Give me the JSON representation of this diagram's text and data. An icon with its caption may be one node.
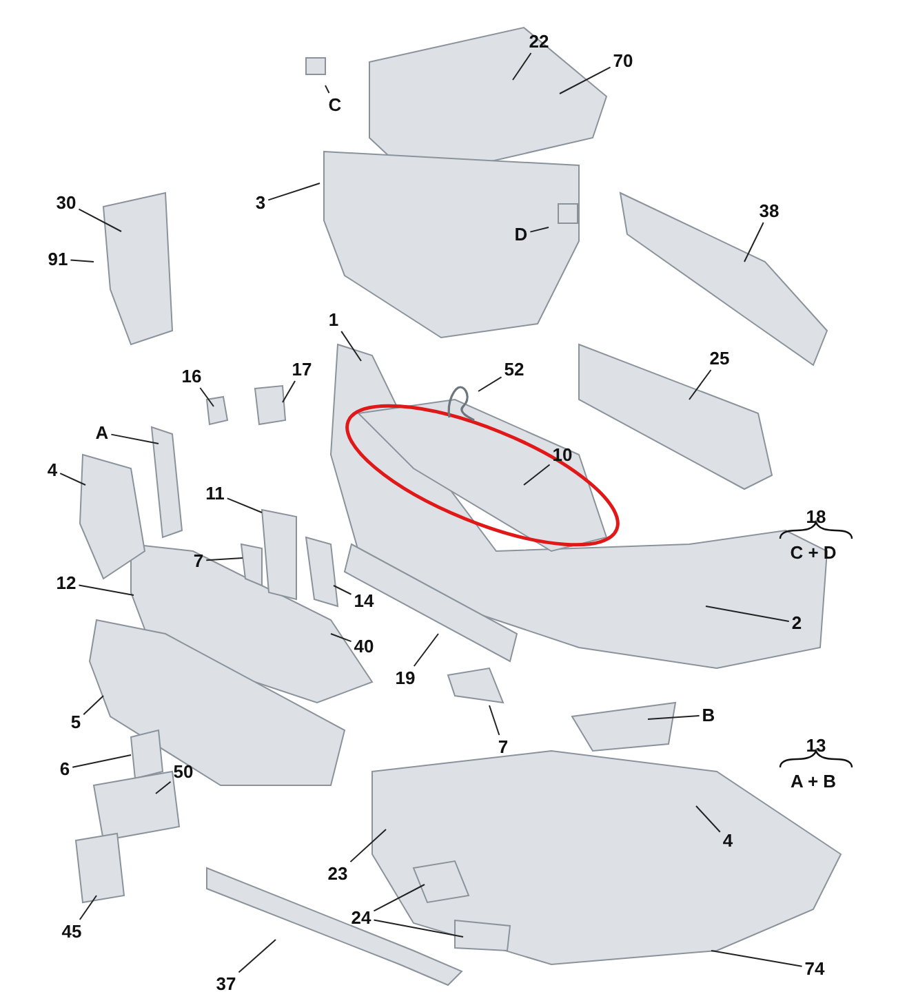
{
  "diagram": {
    "nodes": [
      {
        "text": [
          "22"
        ]
      },
      {
        "text": [
          "70"
        ]
      },
      {
        "text": [
          "C"
        ]
      },
      {
        "text": [
          "30"
        ]
      },
      {
        "text": [
          "3"
        ]
      },
      {
        "text": [
          "38"
        ]
      },
      {
        "text": [
          "D"
        ]
      },
      {
        "text": [
          "91"
        ]
      },
      {
        "text": [
          "1"
        ]
      },
      {
        "text": [
          "17"
        ]
      },
      {
        "text": [
          "16"
        ]
      },
      {
        "text": [
          "52"
        ]
      },
      {
        "text": [
          "25"
        ]
      },
      {
        "text": [
          "A"
        ]
      },
      {
        "text": [
          "10"
        ]
      },
      {
        "text": [
          "4"
        ]
      },
      {
        "text": [
          "11"
        ]
      },
      {
        "text": [
          "7"
        ]
      },
      {
        "text": [
          "12"
        ]
      },
      {
        "text": [
          "14"
        ]
      },
      {
        "text": [
          "2"
        ]
      },
      {
        "text": [
          "40"
        ]
      },
      {
        "text": [
          "19"
        ]
      },
      {
        "text": [
          "B"
        ]
      },
      {
        "text": [
          "5"
        ]
      },
      {
        "text": [
          "7"
        ]
      },
      {
        "text": [
          "6"
        ]
      },
      {
        "text": [
          "50"
        ]
      },
      {
        "text": [
          "23"
        ]
      },
      {
        "text": [
          "4"
        ]
      },
      {
        "text": [
          "24"
        ]
      },
      {
        "text": [
          "45"
        ]
      },
      {
        "text": [
          "74"
        ]
      },
      {
        "text": [
          "37"
        ]
      },
      {
        "text": [],
        "shape": "picture"
      }
    ],
    "edges": [
      {
        "from": 0,
        "to": null,
        "arrow": "none"
      },
      {
        "from": 1,
        "to": null,
        "arrow": "none"
      },
      {
        "from": 2,
        "to": null,
        "arrow": "none"
      },
      {
        "from": 3,
        "to": null,
        "arrow": "none"
      },
      {
        "from": 4,
        "to": null,
        "arrow": "none"
      },
      {
        "from": 5,
        "to": null,
        "arrow": "none"
      },
      {
        "from": 6,
        "to": null,
        "arrow": "none"
      },
      {
        "from": 7,
        "to": null,
        "arrow": "none"
      },
      {
        "from": 8,
        "to": null,
        "arrow": "none"
      },
      {
        "from": 9,
        "to": null,
        "arrow": "none"
      },
      {
        "from": 10,
        "to": null,
        "arrow": "none"
      },
      {
        "from": 11,
        "to": 34,
        "arrow": "none"
      },
      {
        "from": 12,
        "to": null,
        "arrow": "none"
      },
      {
        "from": 13,
        "to": null,
        "arrow": "none"
      },
      {
        "from": 14,
        "to": null,
        "arrow": "none"
      },
      {
        "from": 15,
        "to": null,
        "arrow": "none"
      },
      {
        "from": 16,
        "to": null,
        "arrow": "none"
      },
      {
        "from": 17,
        "to": null,
        "arrow": "none"
      },
      {
        "from": 18,
        "to": null,
        "arrow": "none"
      },
      {
        "from": 19,
        "to": null,
        "arrow": "none"
      },
      {
        "from": 20,
        "to": null,
        "arrow": "none"
      },
      {
        "from": 21,
        "to": null,
        "arrow": "none"
      },
      {
        "from": 22,
        "to": null,
        "arrow": "none"
      },
      {
        "from": 23,
        "to": null,
        "arrow": "none"
      },
      {
        "from": 24,
        "to": null,
        "arrow": "none"
      },
      {
        "from": 25,
        "to": null,
        "arrow": "none"
      },
      {
        "from": 26,
        "to": null,
        "arrow": "none"
      },
      {
        "from": 27,
        "to": null,
        "arrow": "none"
      },
      {
        "from": 28,
        "to": null,
        "arrow": "none"
      },
      {
        "from": 29,
        "to": null,
        "arrow": "none"
      },
      {
        "from": 30,
        "to": null,
        "arrow": "none"
      },
      {
        "from": 30,
        "to": null,
        "arrow": "none"
      },
      {
        "from": 31,
        "to": null,
        "arrow": "none"
      },
      {
        "from": 32,
        "to": null,
        "arrow": "none"
      },
      {
        "from": 33,
        "to": null,
        "arrow": "none"
      }
    ],
    "labels": [
      "18",
      "C + D",
      "13",
      "A + B"
    ]
  }
}
